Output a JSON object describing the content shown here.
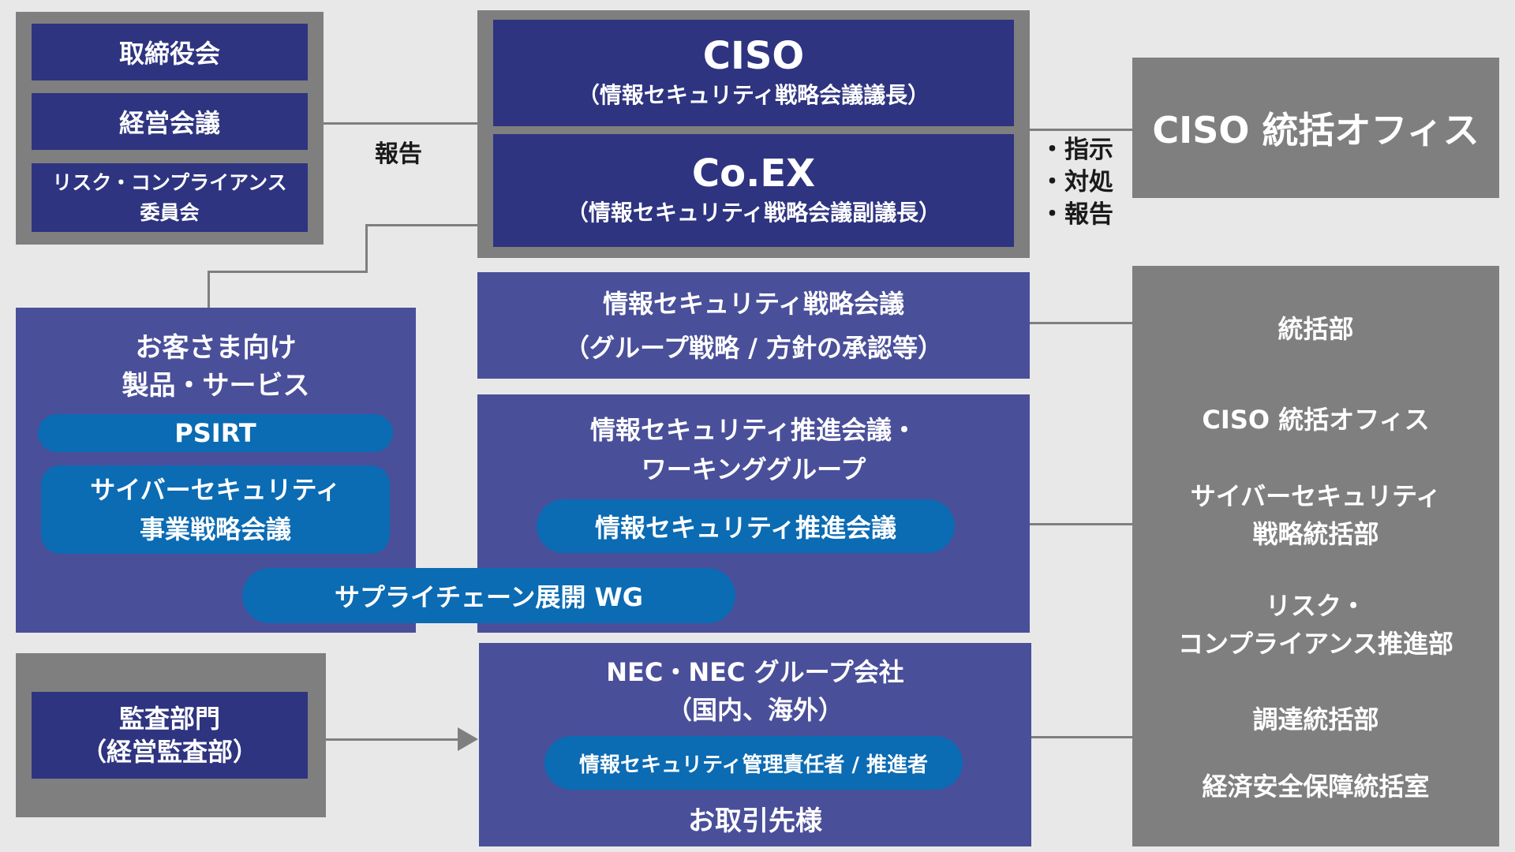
{
  "left_top": {
    "board": "取締役会",
    "mgmt": "経営会議",
    "risk_line1": "リスク・コンプライアンス",
    "risk_line2": "委員会"
  },
  "report_label": "報告",
  "ciso": {
    "title": "CISO",
    "sub": "（情報セキュリティ戦略会議議長）"
  },
  "coex": {
    "title": "Co.EX",
    "sub": "（情報セキュリティ戦略会議副議長）"
  },
  "instructions": [
    "・指示",
    "・対処",
    "・報告"
  ],
  "ciso_office": "CISO 統括オフィス",
  "strategy": {
    "line1": "情報セキュリティ戦略会議",
    "line2": "（グループ戦略 / 方針の承認等）"
  },
  "promotion": {
    "line1": "情報セキュリティ推進会議・",
    "line2": "ワーキンググループ",
    "pill": "情報セキュリティ推進会議"
  },
  "customer": {
    "line1": "お客さま向け",
    "line2": "製品・サービス",
    "psirt": "PSIRT",
    "cyber_line1": "サイバーセキュリティ",
    "cyber_line2": "事業戦略会議"
  },
  "supply_chain": "サプライチェーン展開 WG",
  "audit": {
    "line1": "監査部門",
    "line2": "（経営監査部）"
  },
  "nec": {
    "line1": "NEC・NEC グループ会社",
    "line2": "（国内、海外）",
    "pill": "情報セキュリティ管理責任者 / 推進者",
    "partner": "お取引先様"
  },
  "right_departments": [
    "統括部",
    "CISO 統括オフィス",
    "サイバーセキュリティ",
    "戦略統括部",
    "リスク・",
    "コンプライアンス推進部",
    "調達統括部",
    "経済安全保障統括室"
  ]
}
